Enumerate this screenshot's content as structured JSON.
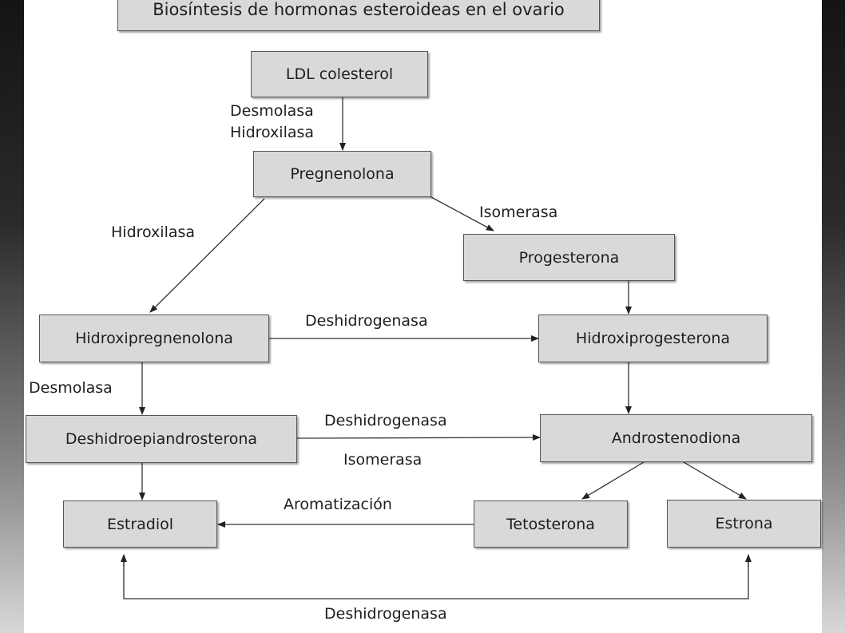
{
  "title": "Biosíntesis de hormonas esteroideas en el ovario",
  "nodes": {
    "ldl": "LDL colesterol",
    "pregnenolona": "Pregnenolona",
    "progesterona": "Progesterona",
    "hidroxipregnenolona": "Hidroxipregnenolona",
    "hidroxiprogesterona": "Hidroxiprogesterona",
    "dhea": "Deshidroepiandrosterona",
    "androstenodiona": "Androstenodiona",
    "estradiol": "Estradiol",
    "tetosterona": "Tetosterona",
    "estrona": "Estrona"
  },
  "enzymes": {
    "desmolasa_1": "Desmolasa",
    "hidroxilasa_1": "Hidroxilasa",
    "isomerasa_1": "Isomerasa",
    "hidroxilasa_2": "Hidroxilasa",
    "deshidrogenasa_1": "Deshidrogenasa",
    "desmolasa_2": "Desmolasa",
    "deshidrogenasa_2": "Deshidrogenasa",
    "isomerasa_2": "Isomerasa",
    "aromatizacion": "Aromatización",
    "deshidrogenasa_3": "Deshidrogenasa"
  }
}
